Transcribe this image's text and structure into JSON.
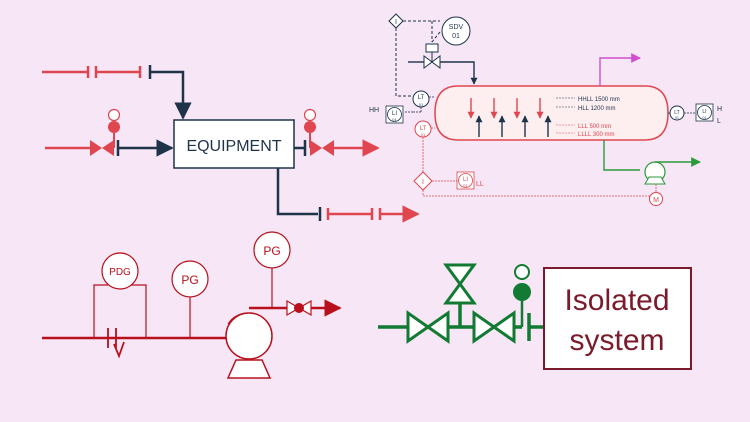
{
  "equipment": {
    "label": "EQUIPMENT"
  },
  "vessel": {
    "sdv_tag": "SDV",
    "sdv_num": "01",
    "lt_tag": "LT",
    "lt_num": "01",
    "li_tag": "LI",
    "li_num": "01",
    "lt_red_tag": "LT",
    "lt_red_num": "01",
    "li_red_tag": "LI",
    "li_red_num": "01",
    "hh_label": "HH",
    "h_label": "H",
    "l_label": "L",
    "ll_label": "LL",
    "interlock_symbol": "I",
    "interlock_symbol_2": "I",
    "motor_symbol": "M",
    "hhll_label": "HHLL 1500 mm",
    "hll_label": "HLL 1200 mm",
    "lll_label": "LLL 500 mm",
    "llll_label": "LLLL 300 mm"
  },
  "pump_section": {
    "pdg_label": "PDG",
    "pg1_label": "PG",
    "pg2_label": "PG"
  },
  "isolated": {
    "line1": "Isolated",
    "line2": "system"
  },
  "colors": {
    "background": "#f6e6f6",
    "red": "#e0464f",
    "navy": "#1f3349",
    "dark_red": "#b8101c",
    "green": "#127a32",
    "maroon": "#7a1a2a",
    "magenta": "#cf4fcf"
  }
}
